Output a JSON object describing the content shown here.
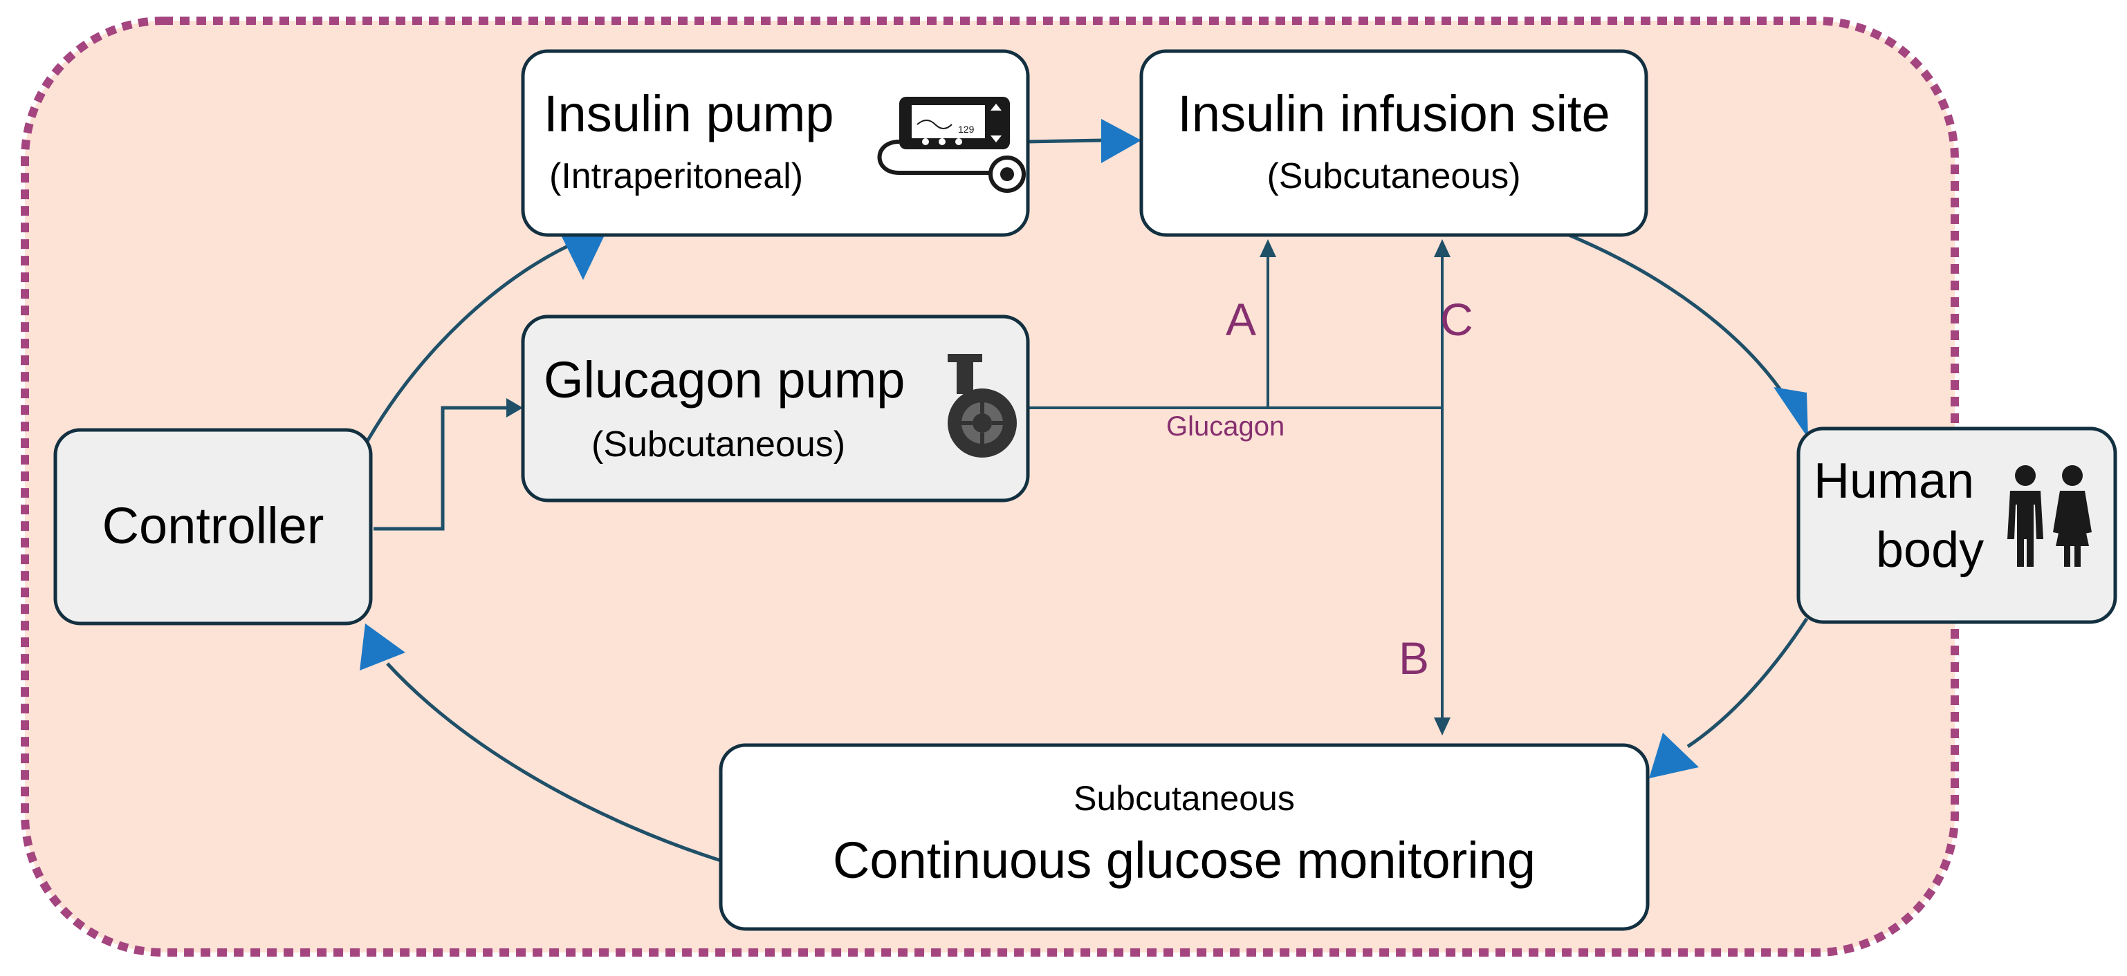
{
  "colors": {
    "background_fill": "#fde2d6",
    "border_dotted": "#a4457f",
    "box_stroke": "#123040",
    "arrow_fill": "#1c78c4",
    "line_color": "#1f5068",
    "label_color": "#862f6f"
  },
  "nodes": {
    "insulin_pump": {
      "title": "Insulin pump",
      "subtitle": "(Intraperitoneal)",
      "icon": "insulin-pump-icon"
    },
    "insulin_site": {
      "title": "Insulin infusion site",
      "subtitle": "(Subcutaneous)"
    },
    "glucagon_pump": {
      "title": "Glucagon pump",
      "subtitle": "(Subcutaneous)",
      "icon": "glucagon-pump-icon"
    },
    "controller": {
      "title": "Controller"
    },
    "human_body": {
      "line1": "Human",
      "line2": "body",
      "icon": "people-icon"
    },
    "cgm": {
      "subtitle": "Subcutaneous",
      "title": "Continuous glucose monitoring"
    }
  },
  "labels": {
    "path_a": "A",
    "path_b": "B",
    "path_c": "C",
    "glucagon": "Glucagon"
  }
}
